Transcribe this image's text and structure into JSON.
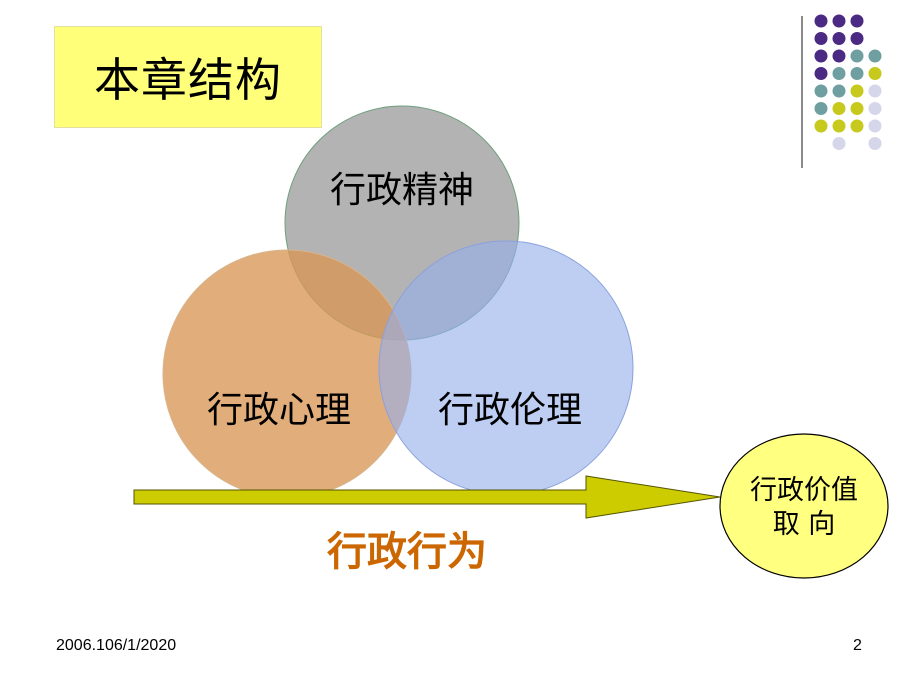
{
  "slide": {
    "title": "本章结构",
    "footer_date": "2006.106/1/2020",
    "page_number": "2"
  },
  "diagram": {
    "circle_top_label": "行政精神",
    "circle_left_label": "行政心理",
    "circle_right_label": "行政伦理",
    "arrow_label": "行政行为",
    "target_line1": "行政价值",
    "target_line2": "取 向"
  },
  "colors": {
    "title_bg": "#ffff7a",
    "circle_top": "#a8a8a8",
    "circle_left": "#dea26c",
    "circle_right": "#a6bcef",
    "arrow_fill": "#cccc00",
    "arrow_label": "#cc6600",
    "target_fill": "#ffff80",
    "dot_purple": "#4b2a84",
    "dot_teal": "#6f9fa0",
    "dot_olive": "#c7c91c",
    "dot_lavender": "#d6d6ea"
  }
}
